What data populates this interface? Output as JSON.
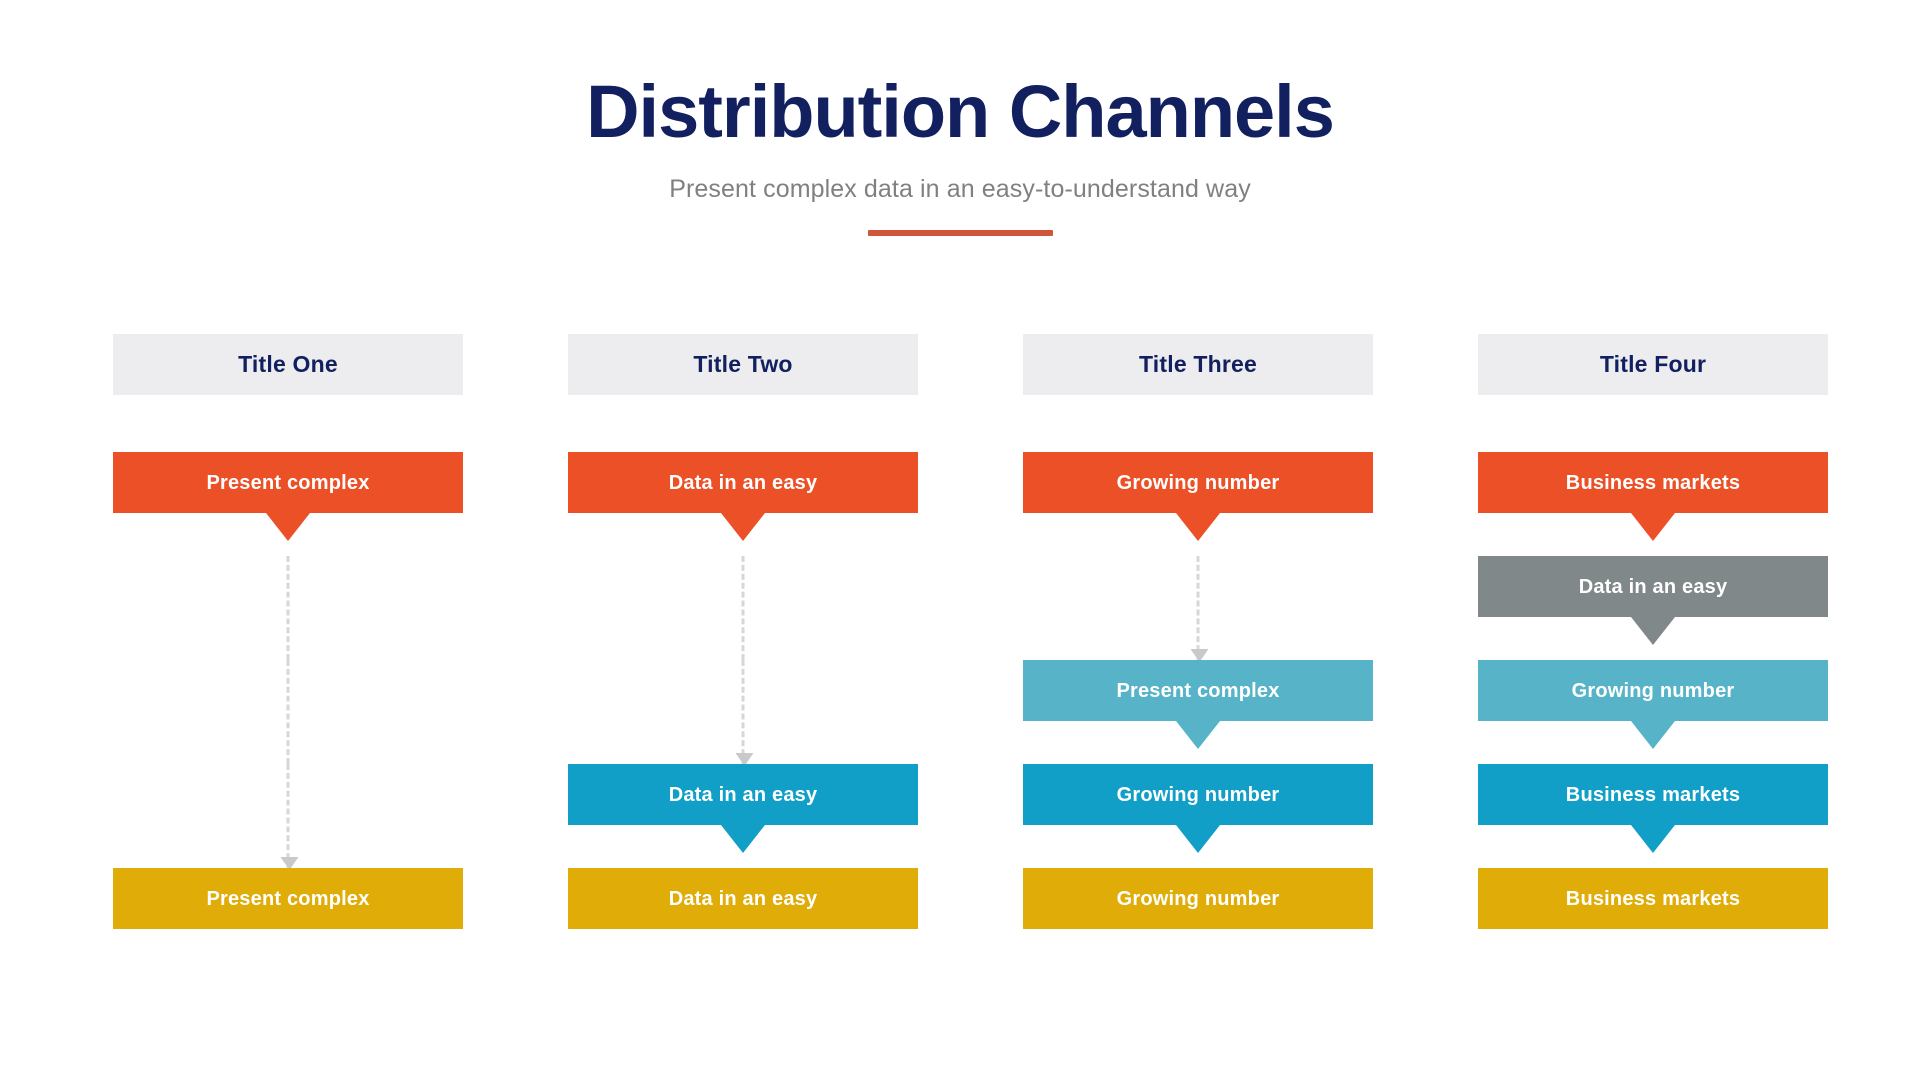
{
  "header": {
    "title": "Distribution Channels",
    "subtitle": "Present complex data in an easy-to-understand way",
    "divider_color": "#d0563a",
    "title_color": "#122060",
    "subtitle_color": "#808083"
  },
  "palette": {
    "orange": "#ec5026",
    "gray": "#80888a",
    "teal": "#57b4c8",
    "blue": "#119fc8",
    "yellow": "#e0ac08",
    "header_bg": "#ededf0",
    "navy": "#122060",
    "dash": "#d7d7d9"
  },
  "columns": [
    {
      "title": "Title One",
      "levels": [
        {
          "kind": "box",
          "label": "Present complex",
          "color": "#ec5026",
          "tail": true
        },
        {
          "kind": "dash",
          "label": "",
          "head": false
        },
        {
          "kind": "dash",
          "label": "",
          "head": false
        },
        {
          "kind": "dash",
          "label": "",
          "head": true
        },
        {
          "kind": "box",
          "label": "Present complex",
          "color": "#e0ac08",
          "tail": false
        }
      ]
    },
    {
      "title": "Title Two",
      "levels": [
        {
          "kind": "box",
          "label": "Data in an easy",
          "color": "#ec5026",
          "tail": true
        },
        {
          "kind": "dash",
          "label": "",
          "head": false
        },
        {
          "kind": "dash",
          "label": "",
          "head": true
        },
        {
          "kind": "box",
          "label": "Data in an easy",
          "color": "#119fc8",
          "tail": true
        },
        {
          "kind": "box",
          "label": "Data in an easy",
          "color": "#e0ac08",
          "tail": false
        }
      ]
    },
    {
      "title": "Title Three",
      "levels": [
        {
          "kind": "box",
          "label": "Growing number",
          "color": "#ec5026",
          "tail": true
        },
        {
          "kind": "dash",
          "label": "",
          "head": true
        },
        {
          "kind": "box",
          "label": "Present complex",
          "color": "#57b4c8",
          "tail": true
        },
        {
          "kind": "box",
          "label": "Growing number",
          "color": "#119fc8",
          "tail": true
        },
        {
          "kind": "box",
          "label": "Growing number",
          "color": "#e0ac08",
          "tail": false
        }
      ]
    },
    {
      "title": "Title Four",
      "levels": [
        {
          "kind": "box",
          "label": "Business markets",
          "color": "#ec5026",
          "tail": true
        },
        {
          "kind": "box",
          "label": "Data in an easy",
          "color": "#80888a",
          "tail": true
        },
        {
          "kind": "box",
          "label": "Growing number",
          "color": "#57b4c8",
          "tail": true
        },
        {
          "kind": "box",
          "label": "Business markets",
          "color": "#119fc8",
          "tail": true
        },
        {
          "kind": "box",
          "label": "Business markets",
          "color": "#e0ac08",
          "tail": false
        }
      ]
    }
  ]
}
